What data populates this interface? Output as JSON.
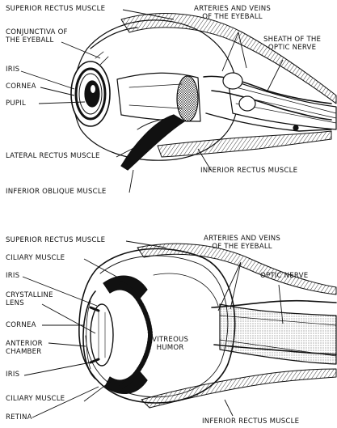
{
  "colors": {
    "ink": "#111111",
    "background": "#ffffff"
  },
  "top_diagram": {
    "labels": {
      "superior_rectus": "SUPERIOR RECTUS MUSCLE",
      "arteries_veins": "ARTERIES AND VEINS\nOF THE EYEBALL",
      "conjunctiva": "CONJUNCTIVA OF\nTHE EYEBALL",
      "sheath_optic": "SHEATH OF THE\nOPTIC NERVE",
      "iris": "IRIS",
      "cornea": "CORNEA",
      "pupil": "PUPIL",
      "lateral_rectus": "LATERAL RECTUS MUSCLE",
      "inferior_rectus": "INFERIOR RECTUS MUSCLE",
      "inferior_oblique": "INFERIOR OBLIQUE MUSCLE"
    }
  },
  "bottom_diagram": {
    "labels": {
      "superior_rectus": "SUPERIOR RECTUS MUSCLE",
      "arteries_veins": "ARTERIES AND VEINS\nOF THE EYEBALL",
      "ciliary_muscle_top": "CILIARY MUSCLE",
      "iris_top": "IRIS",
      "optic_nerve": "OPTIC NERVE",
      "crystalline_lens": "CRYSTALLINE\nLENS",
      "cornea": "CORNEA",
      "anterior_chamber": "ANTERIOR\nCHAMBER",
      "vitreous_humor": "VITREOUS\nHUMOR",
      "iris_bottom": "IRIS",
      "ciliary_muscle_bottom": "CILIARY MUSCLE",
      "retina": "RETINA",
      "inferior_rectus": "INFERIOR RECTUS MUSCLE"
    }
  }
}
